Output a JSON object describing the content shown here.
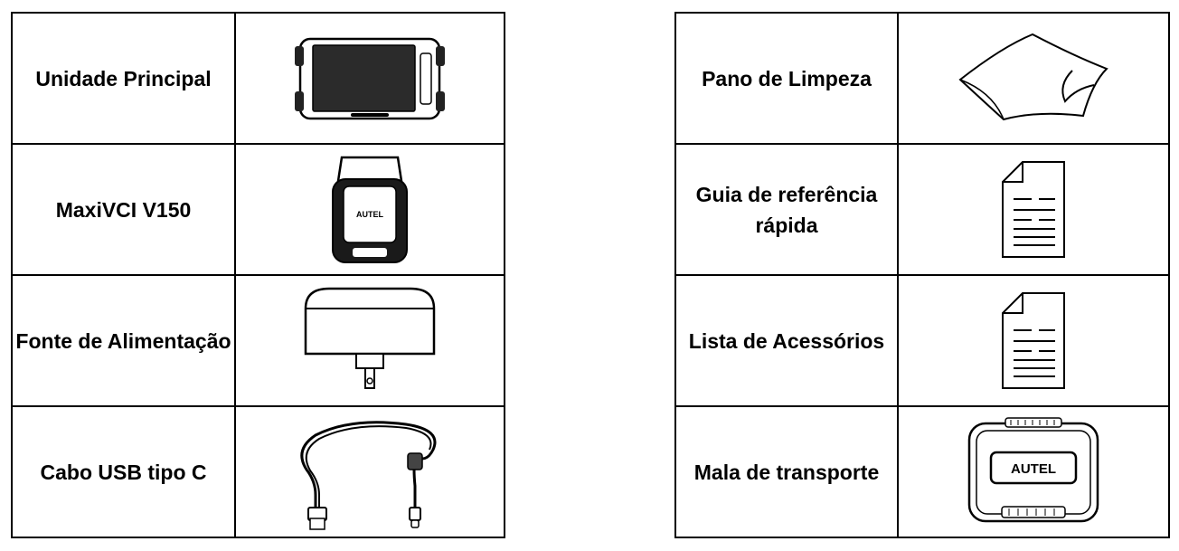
{
  "left_table": [
    {
      "label": "Unidade Principal",
      "icon": "tablet-icon"
    },
    {
      "label": "MaxiVCI V150",
      "icon": "vci-dongle-icon",
      "brand": "AUTEL"
    },
    {
      "label": "Fonte de Alimentação",
      "icon": "power-adapter-icon"
    },
    {
      "label": "Cabo USB tipo C",
      "icon": "usb-cable-icon"
    }
  ],
  "right_table": [
    {
      "label": "Pano de Limpeza",
      "icon": "cleaning-cloth-icon"
    },
    {
      "label": "Guia de referência rápida",
      "icon": "document-icon"
    },
    {
      "label": "Lista de Acessórios",
      "icon": "document-icon"
    },
    {
      "label": "Mala de transporte",
      "icon": "carrying-case-icon",
      "brand": "AUTEL"
    }
  ]
}
